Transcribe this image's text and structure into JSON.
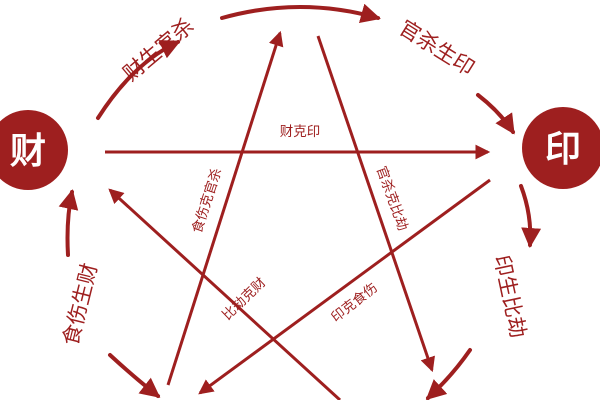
{
  "diagram": {
    "nodes": {
      "wealth": "财",
      "seal": "印"
    },
    "cycle_labels": {
      "wealth_generates_officer": "财生官杀",
      "officer_generates_seal": "官杀生印",
      "seal_generates_peer": "印生比劫",
      "food_generates_wealth": "食伤生财"
    },
    "star_labels": {
      "wealth_controls_seal": "财克印",
      "officer_controls_peer": "官杀克比劫",
      "food_controls_officer": "食伤克官杀",
      "peer_controls_wealth": "比劫克财",
      "seal_controls_food": "印克食伤"
    },
    "colors": {
      "primary": "#9e1f1f",
      "background": "#ffffff"
    }
  }
}
